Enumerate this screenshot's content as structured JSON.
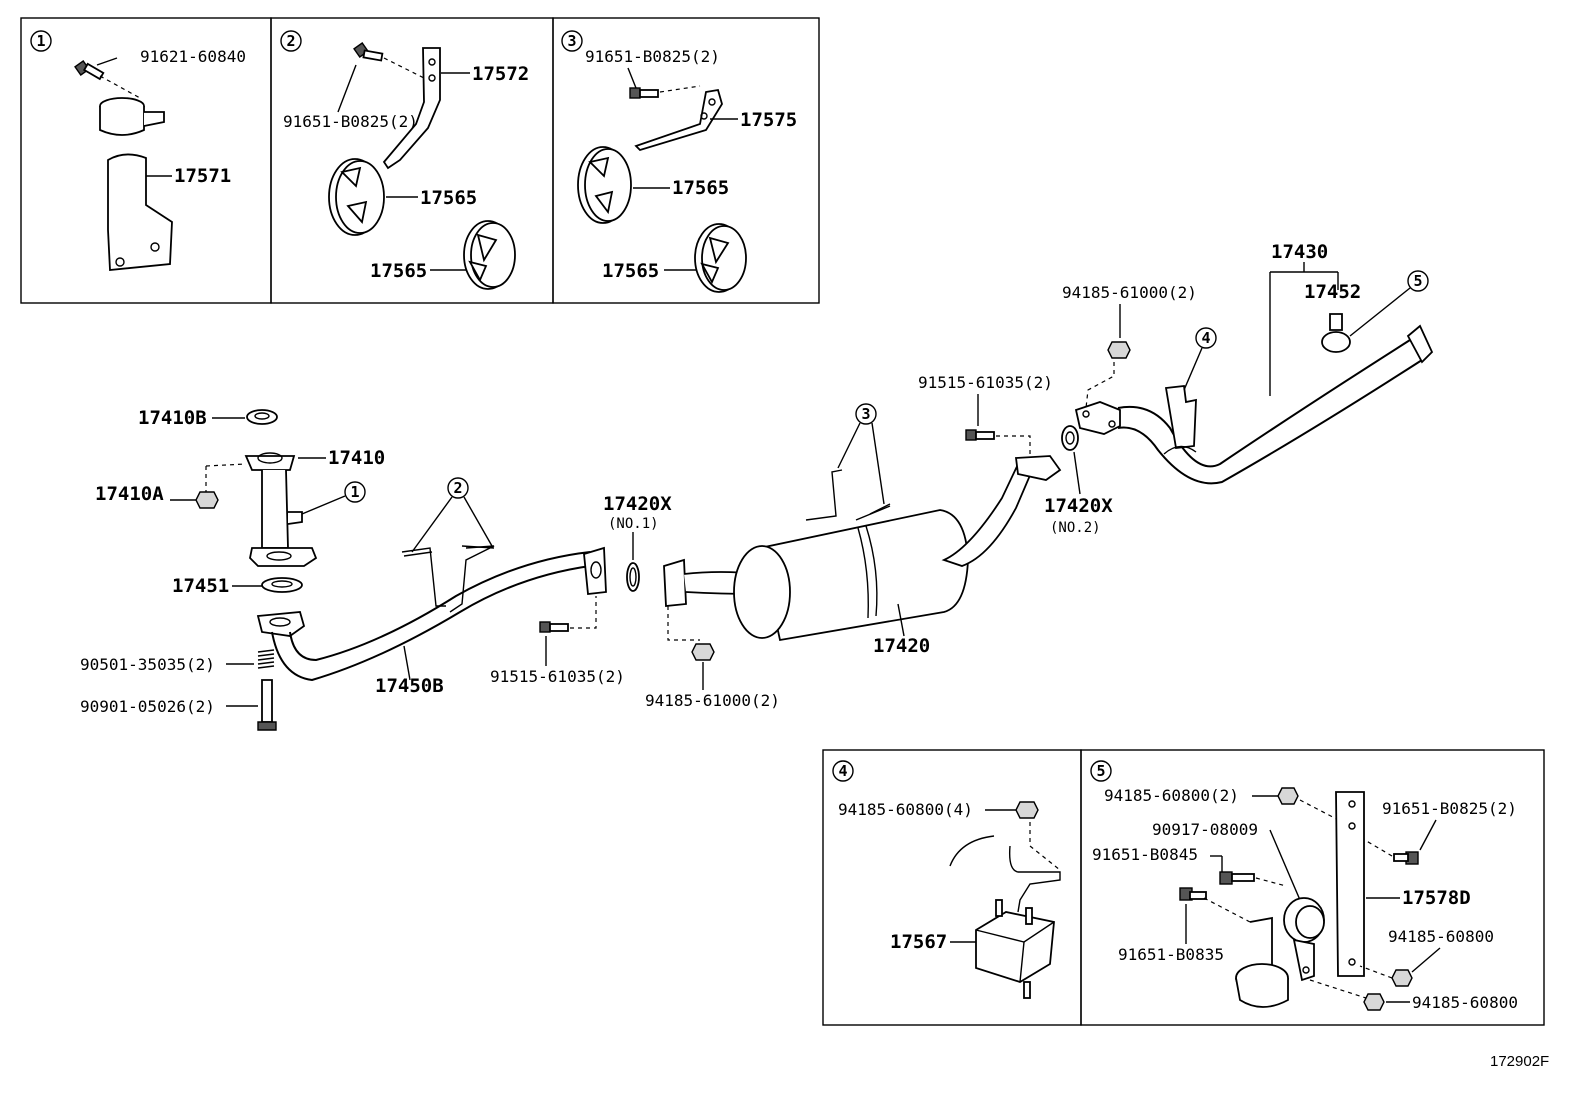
{
  "diagram_id": "172902F",
  "insets": [
    {
      "num": "1",
      "labels": [
        "91621-60840",
        "17571"
      ]
    },
    {
      "num": "2",
      "labels": [
        "91651-B0825(2)",
        "17572",
        "17565",
        "17565"
      ]
    },
    {
      "num": "3",
      "labels": [
        "91651-B0825(2)",
        "17575",
        "17565",
        "17565"
      ]
    },
    {
      "num": "4",
      "labels": [
        "94185-60800(4)",
        "17567"
      ]
    },
    {
      "num": "5",
      "labels": [
        "94185-60800(2)",
        "91651-B0825(2)",
        "17578D",
        "94185-60800",
        "90917-08009",
        "91651-B0845",
        "91651-B0835",
        "94185-60800"
      ]
    }
  ],
  "main": {
    "callouts": {
      "c1": "1",
      "c2": "2",
      "c3": "3",
      "c4": "4",
      "c5": "5"
    },
    "labels": {
      "p17410B": "17410B",
      "p17410": "17410",
      "p17410A": "17410A",
      "p17451": "17451",
      "p90501": "90501-35035(2)",
      "p90901": "90901-05026(2)",
      "p17450B": "17450B",
      "p91515a": "91515-61035(2)",
      "p17420X1": "17420X",
      "no1": "(NO.1)",
      "p94185a": "94185-61000(2)",
      "p17420": "17420",
      "p91515b": "91515-61035(2)",
      "p17420X2": "17420X",
      "no2": "(NO.2)",
      "p94185b": "94185-61000(2)",
      "p17430": "17430",
      "p17452": "17452"
    }
  }
}
